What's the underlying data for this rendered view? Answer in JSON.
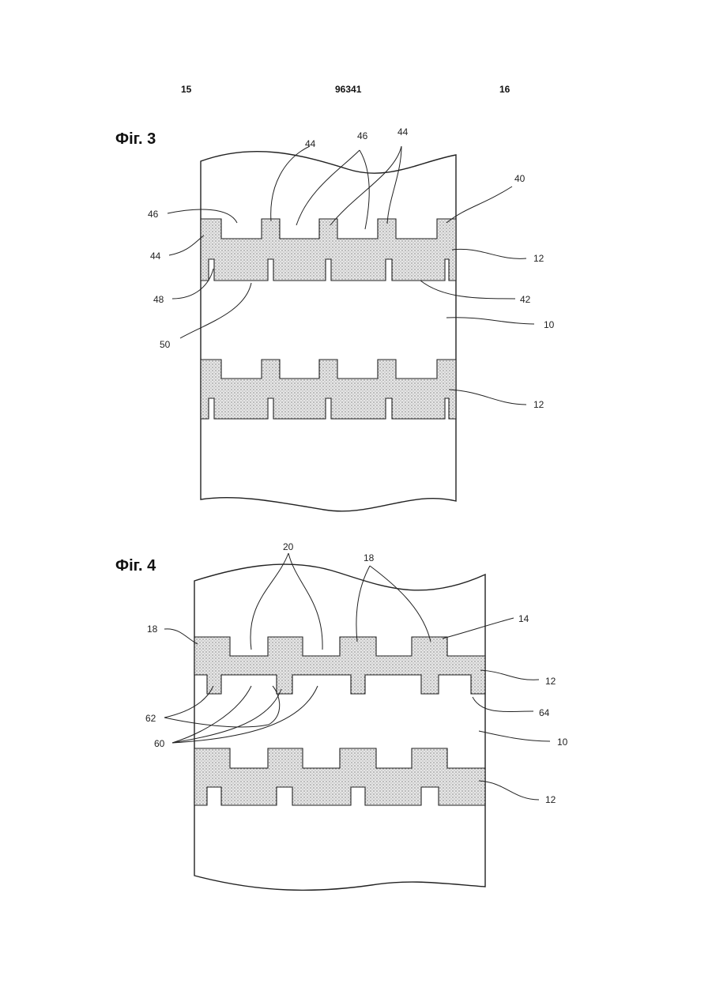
{
  "header": {
    "page_left": "15",
    "patent_number": "96341",
    "page_right": "16"
  },
  "fig3": {
    "title": "Фіг. 3",
    "labels": {
      "l44a": "44",
      "l46a": "46",
      "l44b": "44",
      "l40": "40",
      "l46b": "46",
      "l44c": "44",
      "l12a": "12",
      "l48": "48",
      "l42": "42",
      "l10": "10",
      "l50": "50",
      "l12b": "12"
    }
  },
  "fig4": {
    "title": "Фіг. 4",
    "labels": {
      "l20": "20",
      "l18a": "18",
      "l18b": "18",
      "l14": "14",
      "l12a": "12",
      "l62": "62",
      "l64": "64",
      "l60": "60",
      "l10": "10",
      "l12b": "12"
    }
  }
}
